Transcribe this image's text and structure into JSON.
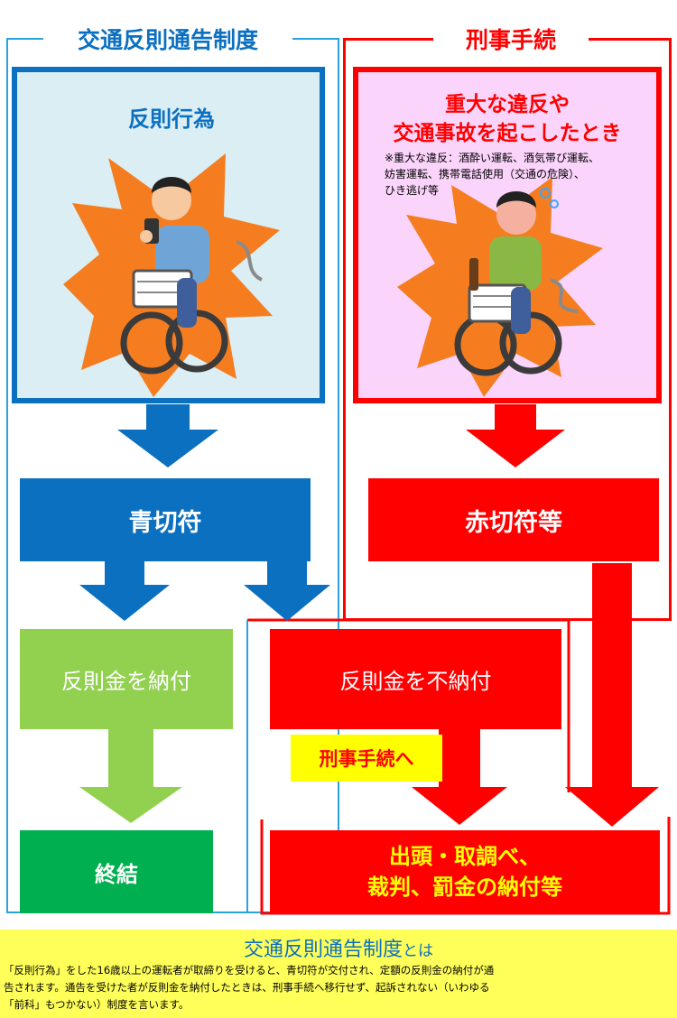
{
  "left_section": {
    "title": "交通反則通告制度"
  },
  "right_section": {
    "title": "刑事手続"
  },
  "left_scene": {
    "caption": "反則行為"
  },
  "right_scene": {
    "caption_line1": "重大な違反や",
    "caption_line2": "交通事故を起こしたとき",
    "note_line1": "※重大な違反：酒酔い運転、酒気帯び運転、",
    "note_line2": "妨害運転、携帯電話使用（交通の危険）、",
    "note_line3": "ひき逃げ等"
  },
  "boxes": {
    "blue_ticket": "青切符",
    "red_ticket": "赤切符等",
    "paid": "反則金を納付",
    "unpaid": "反則金を不納付",
    "to_criminal": "刑事手続へ",
    "end": "終結",
    "court_line1": "出頭・取調べ、",
    "court_line2": "裁判、罰金の納付等"
  },
  "explanation": {
    "title": "交通反則通告制度",
    "title_suffix": "とは",
    "line1": "「反則行為」をした16歳以上の運転者が取締りを受けると、青切符が交付され、定額の反則金の納付が通",
    "line2": "告されます。通告を受けた者が反則金を納付したときは、刑事手続へ移行せず、起訴されない（いわゆる",
    "line3": "「前科」もつかない）制度を言います。"
  },
  "colors": {
    "blue": "#0b70c0",
    "light_blue_border": "#29a3de",
    "red": "#ff0000",
    "green_light": "#92d050",
    "green_dark": "#00b050",
    "yellow": "#ffff00",
    "explosion": "#f57d20",
    "pink_bg": "#fbd4fb",
    "pale_blue_bg": "#daeef3"
  }
}
